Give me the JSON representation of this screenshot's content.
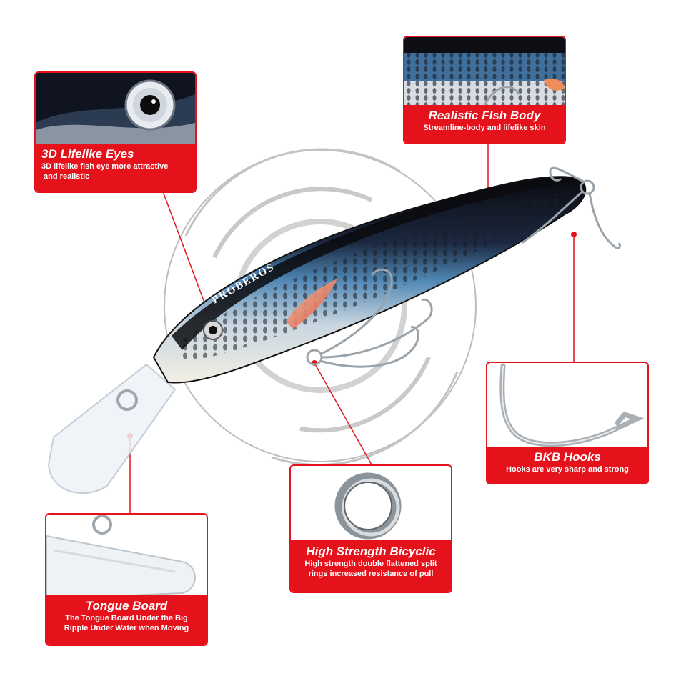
{
  "brand_text": "PROBEROS",
  "colors": {
    "accent": "#e5121b",
    "text_on_accent": "#ffffff"
  },
  "callouts": {
    "eyes": {
      "title": "3D Lifelike  Eyes",
      "desc_line1": "3D lifelike fish eye more attractive",
      "desc_line2": " and realistic"
    },
    "body": {
      "title": "Realistic FIsh Body",
      "desc": "Streamline-body and lifelike skin"
    },
    "hooks": {
      "title": "BKB Hooks",
      "desc": "Hooks are very sharp and strong"
    },
    "rings": {
      "title": "High Strength Bicyclic",
      "desc_line1": "High strength double flattened split",
      "desc_line2": "rings increased resistance of pull"
    },
    "tongue": {
      "title": "Tongue Board",
      "desc_line1": "The Tongue Board Under the Big",
      "desc_line2": "Ripple Under Water when Moving"
    }
  }
}
